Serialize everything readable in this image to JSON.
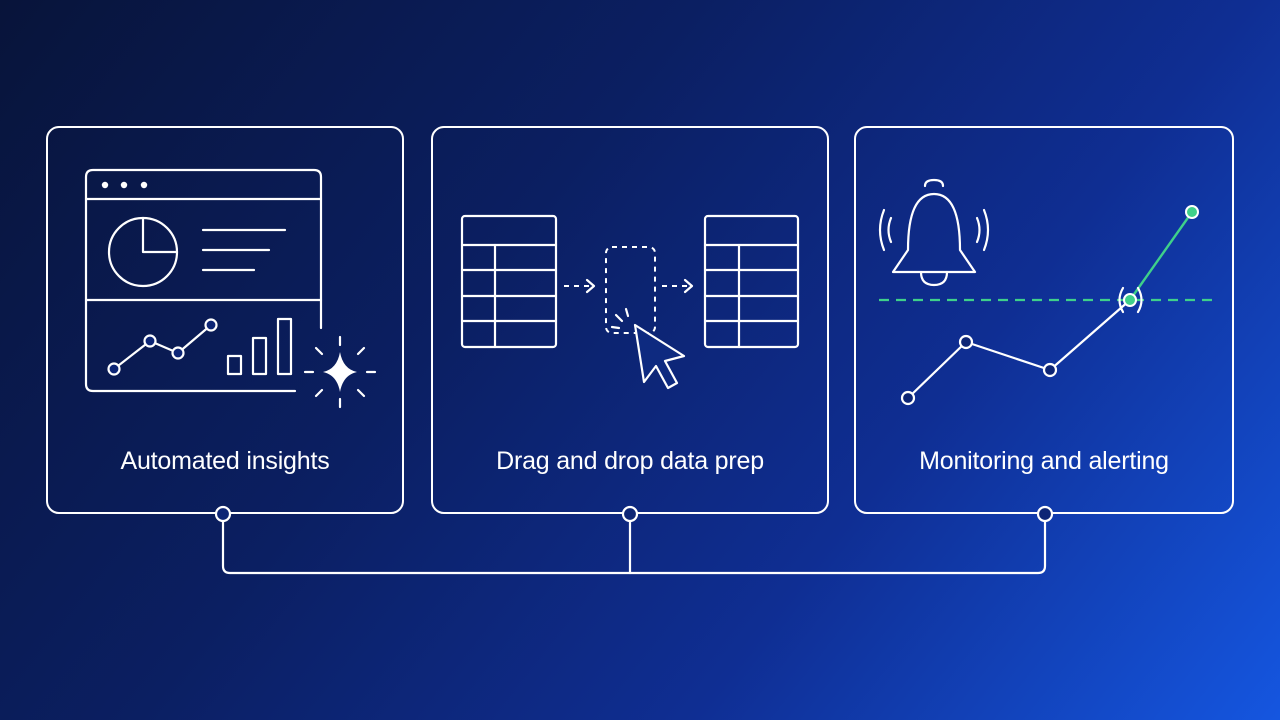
{
  "cards": [
    {
      "label": "Automated insights",
      "icon": "dashboard-sparkle-icon"
    },
    {
      "label": "Drag and drop data prep",
      "icon": "table-drag-drop-icon"
    },
    {
      "label": "Monitoring and alerting",
      "icon": "bell-alert-chart-icon"
    }
  ],
  "colors": {
    "line": "#ffffff",
    "alert": "#3fd08a",
    "background_start": "#08143a",
    "background_end": "#1556e0"
  }
}
